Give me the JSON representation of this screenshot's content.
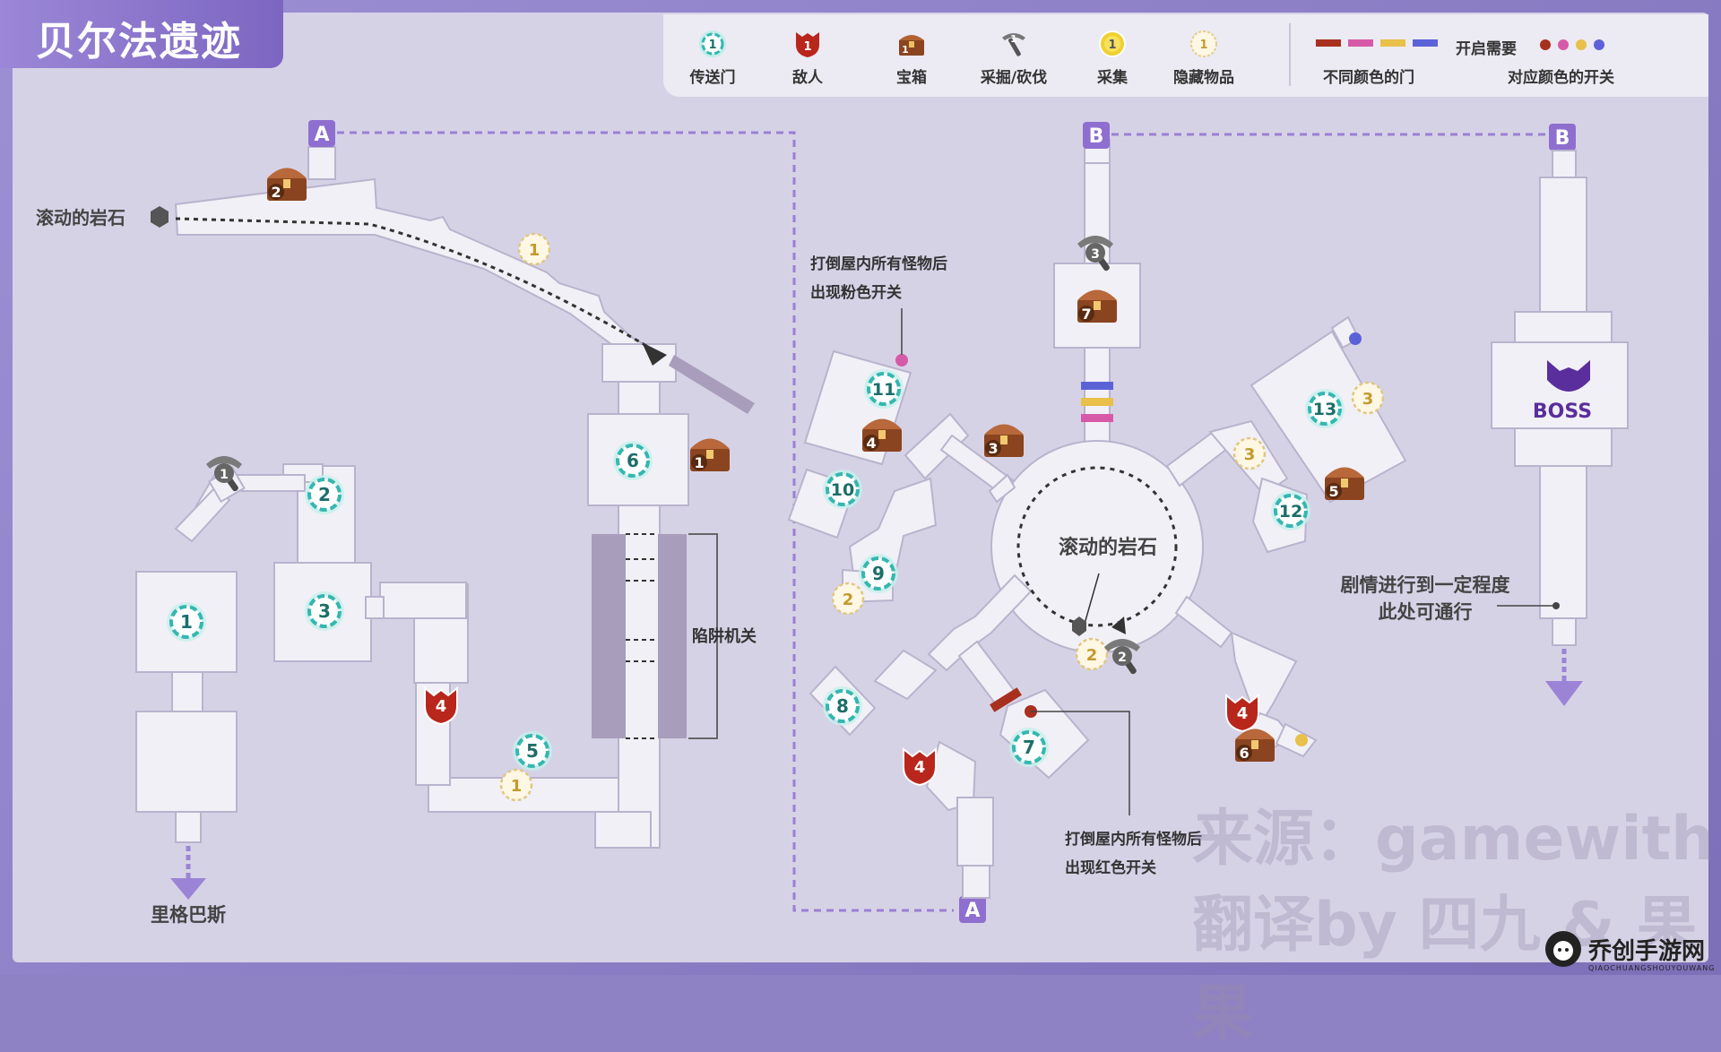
{
  "title": "贝尔法遗迹",
  "legend": {
    "items": [
      {
        "icon": "portal-icon",
        "label": "传送门",
        "badge": "1"
      },
      {
        "icon": "enemy-icon",
        "label": "敌人",
        "badge": "1"
      },
      {
        "icon": "chest-icon",
        "label": "宝箱",
        "badge": "1"
      },
      {
        "icon": "pickaxe-icon",
        "label": "采掘/砍伐",
        "badge": "1"
      },
      {
        "icon": "gather-icon",
        "label": "采集",
        "badge": "1"
      },
      {
        "icon": "hidden-item-icon",
        "label": "隐藏物品",
        "badge": "1"
      }
    ],
    "door_label": "不同颜色的门",
    "switch_title": "开启需要",
    "switch_label": "对应颜色的开关",
    "door_colors": [
      "#a8301f",
      "#d75aa8",
      "#e8c04a",
      "#5b62d8"
    ],
    "switch_colors": [
      "#a8301f",
      "#d75aa8",
      "#e8c04a",
      "#5b62d8"
    ]
  },
  "colors": {
    "portal": "#36b6b0",
    "enemy": "#b8261c",
    "chest": "#7a3a18",
    "gather": "#f0d030",
    "hidden": "#f3e6b8",
    "path": "#8c6cc8",
    "boss": "#5a2e9c"
  },
  "map": {
    "link_a": "A",
    "link_b": "B",
    "rolling_rock_left": "滚动的岩石",
    "rolling_rock_center": "滚动的岩石",
    "trap_label": "陷阱机关",
    "exit_label": "里格巴斯",
    "boss_label": "BOSS",
    "note_pink_line1": "打倒屋内所有怪物后",
    "note_pink_line2": "出现粉色开关",
    "note_red_line1": "打倒屋内所有怪物后",
    "note_red_line2": "出现红色开关",
    "note_story_line1": "剧情进行到一定程度",
    "note_story_line2": "此处可通行",
    "left_portals": [
      "1",
      "2",
      "3",
      "5",
      "6"
    ],
    "left_enemies": [
      "4"
    ],
    "left_chests": [
      "1",
      "2"
    ],
    "left_hidden": [
      "1",
      "1"
    ],
    "left_pickaxe": [
      "1"
    ],
    "right_portals": [
      "7",
      "8",
      "9",
      "10",
      "11",
      "12",
      "13"
    ],
    "right_enemies": [
      "4",
      "4"
    ],
    "right_chests": [
      "3",
      "4",
      "5",
      "6",
      "7"
    ],
    "right_hidden": [
      "2",
      "2",
      "3",
      "3"
    ],
    "right_pickaxe": [
      "2",
      "3"
    ]
  },
  "watermark": {
    "line1": "来源：gamewith",
    "line2": "翻译by 四九 & 果果"
  },
  "site_badge": {
    "name": "乔创手游网",
    "sub": "QIAOCHUANGSHOUYOUWANG"
  }
}
